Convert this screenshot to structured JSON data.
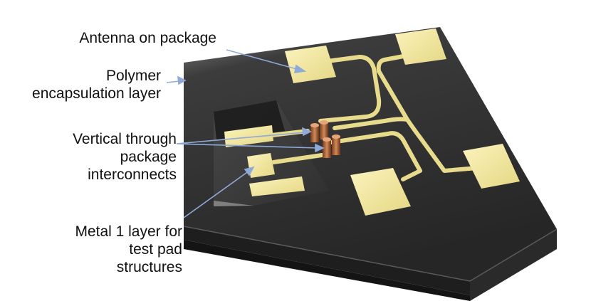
{
  "labels": {
    "antenna": [
      "Antenna on package"
    ],
    "polymer": [
      "Polymer",
      "encapsulation layer"
    ],
    "vias": [
      "Vertical through",
      "package",
      "interconnects"
    ],
    "metal1": [
      "Metal 1 layer for",
      "test pad",
      "structures"
    ]
  },
  "colors": {
    "package_top": "#2b2b2b",
    "package_side": "#1a1a1a",
    "gold": "#f3e9a0",
    "via_copper": "#b5683a",
    "arrow": "#8fa9d8"
  }
}
